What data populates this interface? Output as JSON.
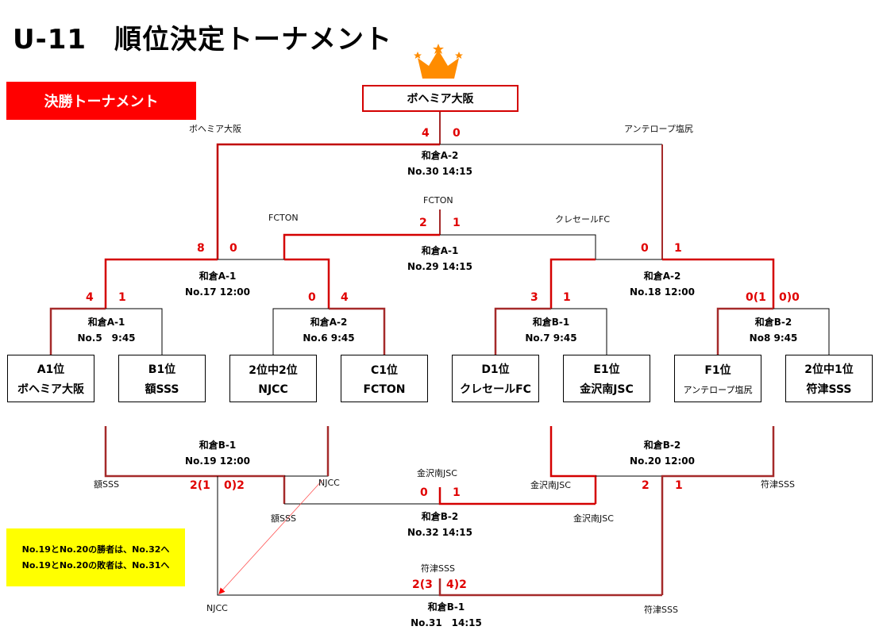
{
  "title": "U-11　順位決定トーナメント",
  "section_banner": "決勝トーナメント",
  "champion": {
    "icon": "crown-icon",
    "name": "ボヘミア大阪"
  },
  "colors": {
    "accent_red": "#ff0000",
    "line_red": "#d40000",
    "line_dark_red": "#a52a2a",
    "crown": "#ff8c00",
    "note_bg": "#ffff00"
  },
  "teams": [
    {
      "seed": "A1位",
      "name": "ボヘミア大阪"
    },
    {
      "seed": "B1位",
      "name": "額SSS"
    },
    {
      "seed": "2位中2位",
      "name": "NJCC"
    },
    {
      "seed": "C1位",
      "name": "FCTON"
    },
    {
      "seed": "D1位",
      "name": "クレセールFC"
    },
    {
      "seed": "E1位",
      "name": "金沢南JSC"
    },
    {
      "seed": "F1位",
      "name": "アンテロープ塩尻"
    },
    {
      "seed": "2位中1位",
      "name": "符津SSS"
    }
  ],
  "matches": {
    "m5": {
      "venue": "和倉A-1",
      "info": "No.5　9:45",
      "score_left": "4",
      "score_right": "1"
    },
    "m6": {
      "venue": "和倉A-2",
      "info": "No.6 9:45",
      "score_left": "0",
      "score_right": "4"
    },
    "m7": {
      "venue": "和倉B-1",
      "info": "No.7 9:45",
      "score_left": "3",
      "score_right": "1"
    },
    "m8": {
      "venue": "和倉B-2",
      "info": "No8 9:45",
      "score_left": "0(1",
      "score_right": "0)0"
    },
    "m17": {
      "venue": "和倉A-1",
      "info": "No.17 12:00",
      "score_left": "8",
      "score_right": "0"
    },
    "m18": {
      "venue": "和倉A-2",
      "info": "No.18 12:00",
      "score_left": "0",
      "score_right": "1"
    },
    "m29": {
      "venue": "和倉A-1",
      "info": "No.29 14:15",
      "score_left": "2",
      "score_right": "1",
      "winner": "FCTON",
      "team_left": "FCTON",
      "team_right": "クレセールFC"
    },
    "m30": {
      "venue": "和倉A-2",
      "info": "No.30 14:15",
      "score_left": "4",
      "score_right": "0",
      "team_left": "ボヘミア大阪",
      "team_right": "アンテロープ塩尻"
    },
    "m19": {
      "venue": "和倉B-1",
      "info": "No.19 12:00",
      "score_left": "2(1",
      "score_right": "0)2",
      "team_left": "額SSS",
      "team_right": "NJCC"
    },
    "m20": {
      "venue": "和倉B-2",
      "info": "No.20 12:00",
      "score_left": "2",
      "score_right": "1",
      "team_left": "金沢南JSC",
      "team_right": "符津SSS"
    },
    "m32": {
      "venue": "和倉B-2",
      "info": "No.32 14:15",
      "score_left": "0",
      "score_right": "1",
      "winner": "金沢南JSC",
      "team_left": "額SSS",
      "team_right": "金沢南JSC"
    },
    "m31": {
      "venue": "和倉B-1",
      "info": "No.31　14:15",
      "score_left": "2(3",
      "score_right": "4)2",
      "winner": "符津SSS",
      "team_left": "NJCC",
      "team_right": "符津SSS"
    }
  },
  "note": {
    "line1": "No.19とNo.20の勝者は、No.32へ",
    "line2": "No.19とNo.20の敗者は、No.31へ"
  }
}
